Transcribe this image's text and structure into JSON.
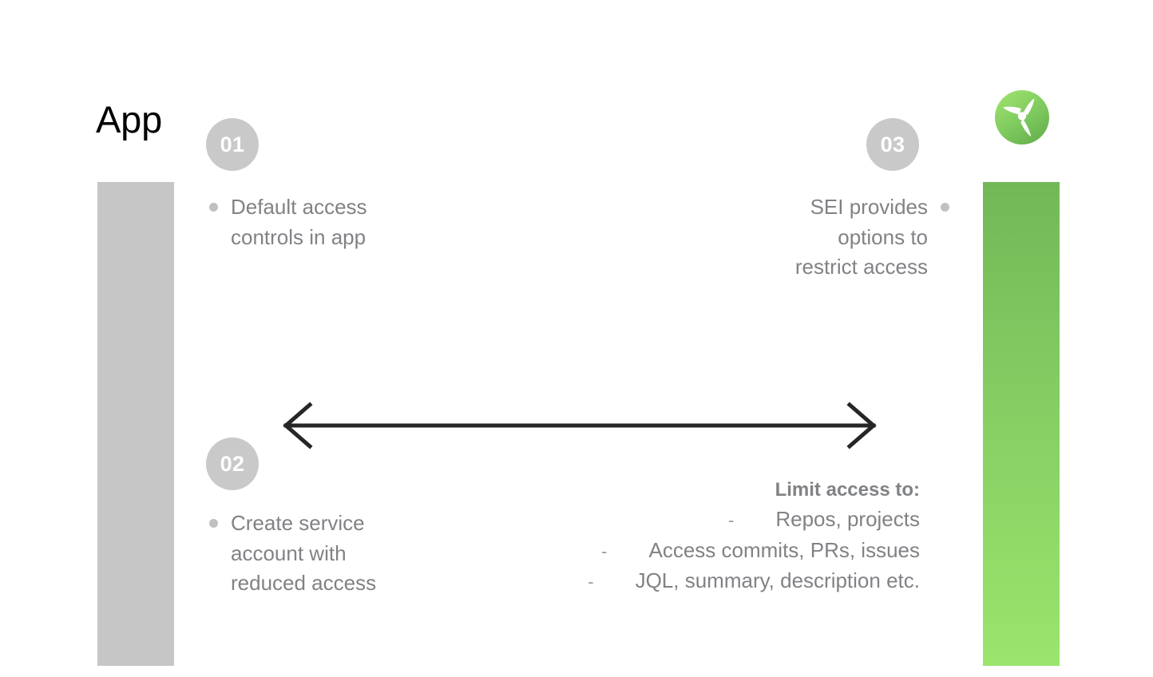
{
  "slide": {
    "title": "App",
    "accent_green_top": "#72b857",
    "accent_green_bottom": "#9ae56c",
    "bar_gray": "#c6c6c6",
    "text_gray": "#808285",
    "badge_gray": "#c9c9c9"
  },
  "logo": {
    "name": "harness-propeller-logo",
    "shape": "green-circle-with-white-three-blade-propeller"
  },
  "steps": [
    {
      "number": "01",
      "side": "left",
      "text": "Default access\ncontrols in app"
    },
    {
      "number": "02",
      "side": "left",
      "text": "Create service\naccount with\nreduced access"
    },
    {
      "number": "03",
      "side": "right",
      "text": "SEI provides\noptions to\nrestrict access"
    }
  ],
  "arrow": {
    "name": "double-headed-horizontal-arrow",
    "direction": "both"
  },
  "limit_access": {
    "heading": "Limit access to:",
    "dash": "-",
    "items": [
      "Repos, projects",
      "Access commits, PRs, issues",
      "JQL, summary, description etc."
    ]
  }
}
